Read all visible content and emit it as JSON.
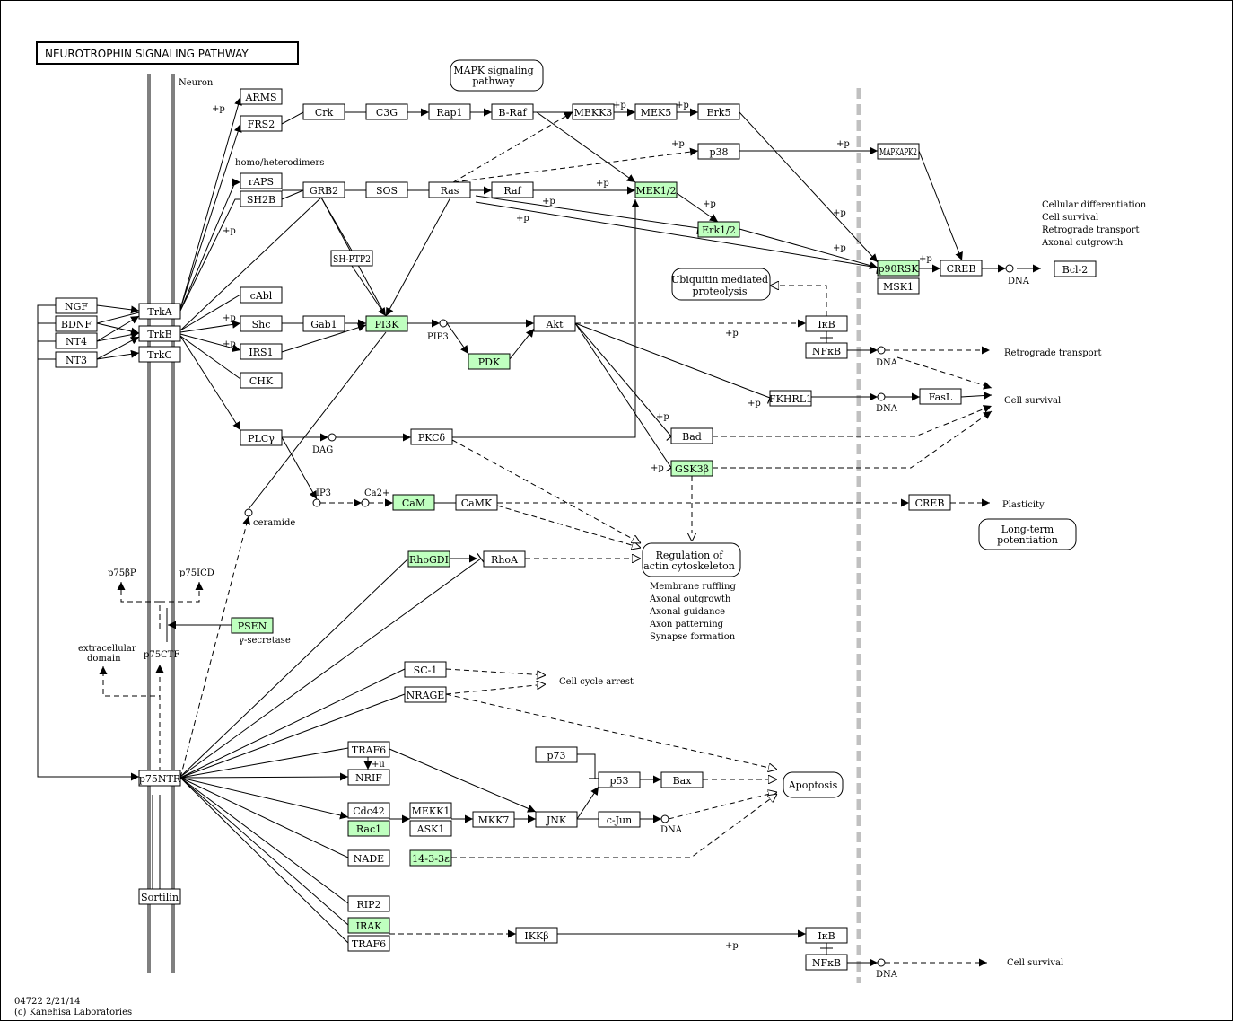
{
  "title": "NEUROTROPHIN SIGNALING PATHWAY",
  "footer": {
    "id_line": "04722 2/21/14",
    "copyright": "(c) Kanehisa Laboratories"
  },
  "colors": {
    "highlight": "#bfffbf",
    "membrane": "#808080",
    "nucleus_border": "#c0c0c0"
  },
  "labels": {
    "neuron": "Neuron",
    "homo": "homo/heterodimers",
    "pip3": "PIP3",
    "dag": "DAG",
    "ip3": "IP3",
    "ca": "Ca2+",
    "ceramide": "ceramide",
    "p75bp": "p75βP",
    "p75icd": "p75ICD",
    "p75ctf": "p75CTF",
    "extra_line1": "extracellular",
    "extra_line2": "domain",
    "gsec": "γ-secretase",
    "dna1": "DNA",
    "dna2": "DNA",
    "dna3": "DNA",
    "dna4": "DNA",
    "dna5": "DNA",
    "retro": "Retrograde transport",
    "cs1": "Cell survival",
    "cs2": "Cell survival",
    "plasticity": "Plasticity",
    "cca": "Cell cycle arrest",
    "outcome1": "Cellular differentiation",
    "outcome2": "Cell survival",
    "outcome3": "Retrograde transport",
    "outcome4": "Axonal outgrowth",
    "actin1": "Membrane ruffling",
    "actin2": "Axonal outgrowth",
    "actin3": "Axonal guidance",
    "actin4": "Axon patterning",
    "actin5": "Synapse formation",
    "p": "+p",
    "u": "+u"
  },
  "maps": {
    "mapk1": "MAPK signaling",
    "mapk2": "pathway",
    "ubi1": "Ubiquitin mediated",
    "ubi2": "proteolysis",
    "actin1": "Regulation of",
    "actin2": "actin cytoskeleton",
    "ltp1": "Long-term",
    "ltp2": "potentiation",
    "apop": "Apoptosis"
  },
  "nodes": [
    {
      "id": "NGF",
      "label": "NGF"
    },
    {
      "id": "BDNF",
      "label": "BDNF"
    },
    {
      "id": "NT4",
      "label": "NT4"
    },
    {
      "id": "NT3",
      "label": "NT3"
    },
    {
      "id": "TrkA",
      "label": "TrkA"
    },
    {
      "id": "TrkB",
      "label": "TrkB"
    },
    {
      "id": "TrkC",
      "label": "TrkC"
    },
    {
      "id": "ARMS",
      "label": "ARMS"
    },
    {
      "id": "FRS2",
      "label": "FRS2"
    },
    {
      "id": "Crk",
      "label": "Crk"
    },
    {
      "id": "C3G",
      "label": "C3G"
    },
    {
      "id": "Rap1",
      "label": "Rap1"
    },
    {
      "id": "BRaf",
      "label": "B-Raf"
    },
    {
      "id": "MEKK3",
      "label": "MEKK3"
    },
    {
      "id": "MEK5",
      "label": "MEK5"
    },
    {
      "id": "Erk5",
      "label": "Erk5"
    },
    {
      "id": "rAPS",
      "label": "rAPS"
    },
    {
      "id": "SH2B",
      "label": "SH2B"
    },
    {
      "id": "GRB2",
      "label": "GRB2"
    },
    {
      "id": "SOS",
      "label": "SOS"
    },
    {
      "id": "Ras",
      "label": "Ras"
    },
    {
      "id": "Raf",
      "label": "Raf"
    },
    {
      "id": "MEK12",
      "label": "MEK1/2"
    },
    {
      "id": "p38",
      "label": "p38"
    },
    {
      "id": "MAPKAPK2",
      "label": "MAPKAPK2"
    },
    {
      "id": "Erk12",
      "label": "Erk1/2"
    },
    {
      "id": "SHPTP2",
      "label": "SH-PTP2"
    },
    {
      "id": "cAbl",
      "label": "cAbl"
    },
    {
      "id": "Shc",
      "label": "Shc"
    },
    {
      "id": "Gab1",
      "label": "Gab1"
    },
    {
      "id": "PI3K",
      "label": "PI3K"
    },
    {
      "id": "Akt",
      "label": "Akt"
    },
    {
      "id": "PDK",
      "label": "PDK"
    },
    {
      "id": "IRS1",
      "label": "IRS1"
    },
    {
      "id": "CHK",
      "label": "CHK"
    },
    {
      "id": "IkB1",
      "label": "IκB"
    },
    {
      "id": "NFkB1",
      "label": "NFκB"
    },
    {
      "id": "p90RSK",
      "label": "p90RSK"
    },
    {
      "id": "MSK1",
      "label": "MSK1"
    },
    {
      "id": "CREB1",
      "label": "CREB"
    },
    {
      "id": "Bcl2",
      "label": "Bcl-2"
    },
    {
      "id": "FKHRL1",
      "label": "FKHRL1"
    },
    {
      "id": "FasL",
      "label": "FasL"
    },
    {
      "id": "Bad",
      "label": "Bad"
    },
    {
      "id": "GSK3b",
      "label": "GSK3β"
    },
    {
      "id": "PLCg",
      "label": "PLCγ"
    },
    {
      "id": "PKCd",
      "label": "PKCδ"
    },
    {
      "id": "CaM",
      "label": "CaM"
    },
    {
      "id": "CaMK",
      "label": "CaMK"
    },
    {
      "id": "CREB2",
      "label": "CREB"
    },
    {
      "id": "RhoGDI",
      "label": "RhoGDI"
    },
    {
      "id": "RhoA",
      "label": "RhoA"
    },
    {
      "id": "PSEN",
      "label": "PSEN"
    },
    {
      "id": "SC1",
      "label": "SC-1"
    },
    {
      "id": "NRAGE",
      "label": "NRAGE"
    },
    {
      "id": "TRAF6a",
      "label": "TRAF6"
    },
    {
      "id": "NRIF",
      "label": "NRIF"
    },
    {
      "id": "p75NTR",
      "label": "p75NTR"
    },
    {
      "id": "p73",
      "label": "p73"
    },
    {
      "id": "p53",
      "label": "p53"
    },
    {
      "id": "Bax",
      "label": "Bax"
    },
    {
      "id": "Cdc42",
      "label": "Cdc42"
    },
    {
      "id": "Rac1",
      "label": "Rac1"
    },
    {
      "id": "MEKK1",
      "label": "MEKK1"
    },
    {
      "id": "ASK1",
      "label": "ASK1"
    },
    {
      "id": "MKK7",
      "label": "MKK7"
    },
    {
      "id": "JNK",
      "label": "JNK"
    },
    {
      "id": "cJun",
      "label": "c-Jun"
    },
    {
      "id": "NADE",
      "label": "NADE"
    },
    {
      "id": "h1433",
      "label": "14-3-3ε"
    },
    {
      "id": "Sortilin",
      "label": "Sortilin"
    },
    {
      "id": "RIP2",
      "label": "RIP2"
    },
    {
      "id": "IRAK",
      "label": "IRAK"
    },
    {
      "id": "TRAF6b",
      "label": "TRAF6"
    },
    {
      "id": "IKKb",
      "label": "IKKβ"
    },
    {
      "id": "IkB2",
      "label": "IκB"
    },
    {
      "id": "NFkB2",
      "label": "NFκB"
    }
  ]
}
